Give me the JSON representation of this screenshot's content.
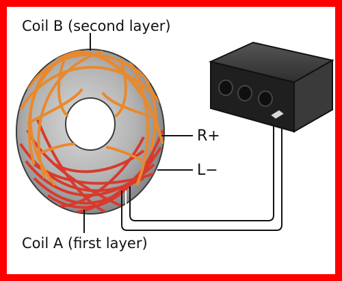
{
  "labels": {
    "coil_b": "Coil B (second layer)",
    "coil_a": "Coil A (first layer)",
    "r_plus": "R+",
    "l_minus": "L−"
  },
  "colors": {
    "border": "#ff0000",
    "coil_b_wire": "#e8892e",
    "coil_a_wire": "#d83a2c",
    "core": "#b8b8b8",
    "device_body": "#2a2a2a",
    "lead_wire": "#111111"
  },
  "device": {
    "knob_count": 3,
    "icon": "black-box-device-with-knobs"
  }
}
